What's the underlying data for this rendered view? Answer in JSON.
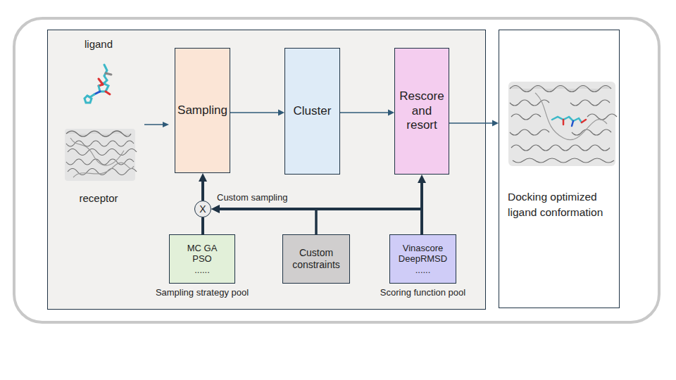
{
  "diagram": {
    "nodes": [
      {
        "text": [
          "Sampling"
        ]
      },
      {
        "text": [
          "Cluster"
        ]
      },
      {
        "text": [
          "Rescore and resort"
        ]
      },
      {
        "text": [
          "Docking optimized ligand conformation"
        ]
      },
      {
        "text": [
          "X"
        ]
      },
      {
        "text": [
          "MC GA PSO ......",
          "Sampling strategy pool"
        ]
      },
      {
        "text": [
          "Custom constraints"
        ]
      },
      {
        "text": [
          "Vinascore DeepRMSD ......",
          "Scoring function pool"
        ]
      }
    ],
    "edges": [
      {
        "from": 0,
        "to": 1,
        "arrow": "to"
      },
      {
        "from": 1,
        "to": 2,
        "arrow": "to"
      },
      {
        "from": 2,
        "to": 3,
        "arrow": "to"
      },
      {
        "from": 5,
        "to": 4,
        "arrow": "none"
      },
      {
        "from": 4,
        "to": 0,
        "arrow": "to"
      },
      {
        "from": 7,
        "to": 2,
        "arrow": "to"
      },
      {
        "from": 7,
        "to": 4,
        "arrow": "to",
        "label": "Custom sampling"
      },
      {
        "from": 6,
        "to": 4,
        "arrow": "to"
      }
    ],
    "labels": [
      "ligand",
      "receptor"
    ]
  }
}
